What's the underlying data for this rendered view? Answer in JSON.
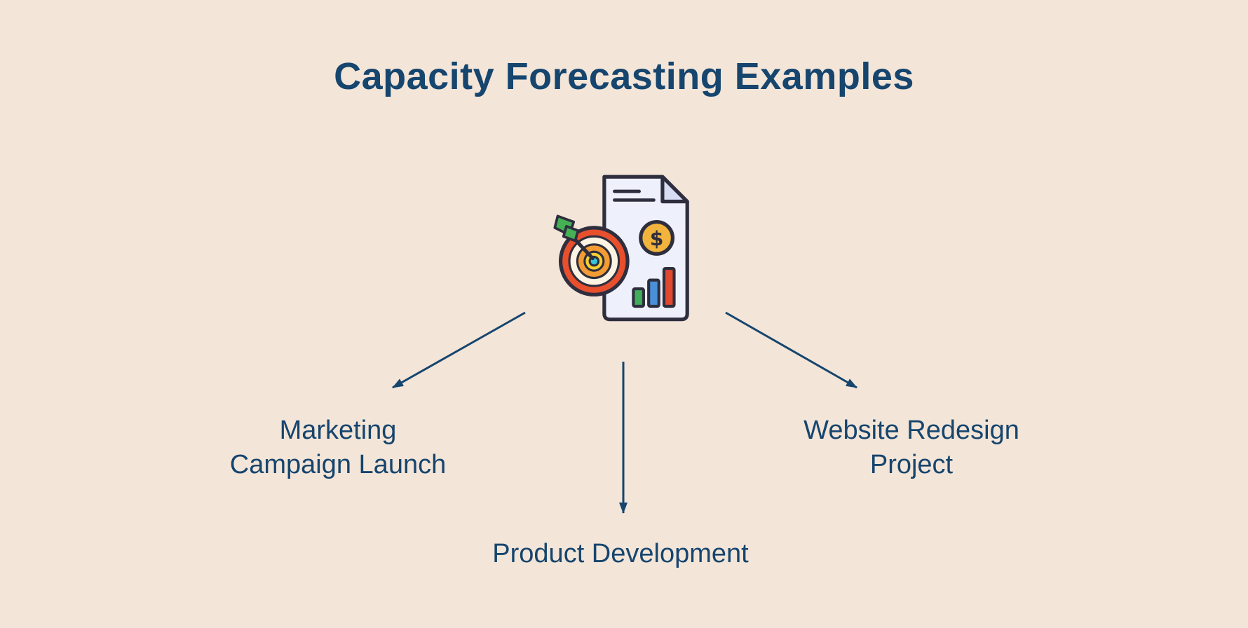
{
  "title": "Capacity Forecasting Examples",
  "colors": {
    "background": "#f3e5d8",
    "text": "#16456e",
    "arrow": "#16456e",
    "icon": {
      "document_fill": "#eef1fc",
      "document_fold": "#d7ddf2",
      "outline": "#2e2e3e",
      "coin": "#f2b43c",
      "target_outer": "#e8502d",
      "target_ring_cream": "#fdf3e3",
      "target_ring_orange": "#f49b33",
      "target_ring_yellow": "#f7cf33",
      "target_center": "#35c4dc",
      "dart_green": "#45b054",
      "bar_green": "#3fae5a",
      "bar_blue": "#4a90d9",
      "bar_red": "#e0492e"
    }
  },
  "center_icon": {
    "name": "forecast-report-icon",
    "coin_symbol": "$"
  },
  "examples": [
    {
      "line1": "Marketing",
      "line2": "Campaign Launch"
    },
    {
      "line1": "Product Development",
      "line2": ""
    },
    {
      "line1": "Website Redesign",
      "line2": "Project"
    }
  ]
}
